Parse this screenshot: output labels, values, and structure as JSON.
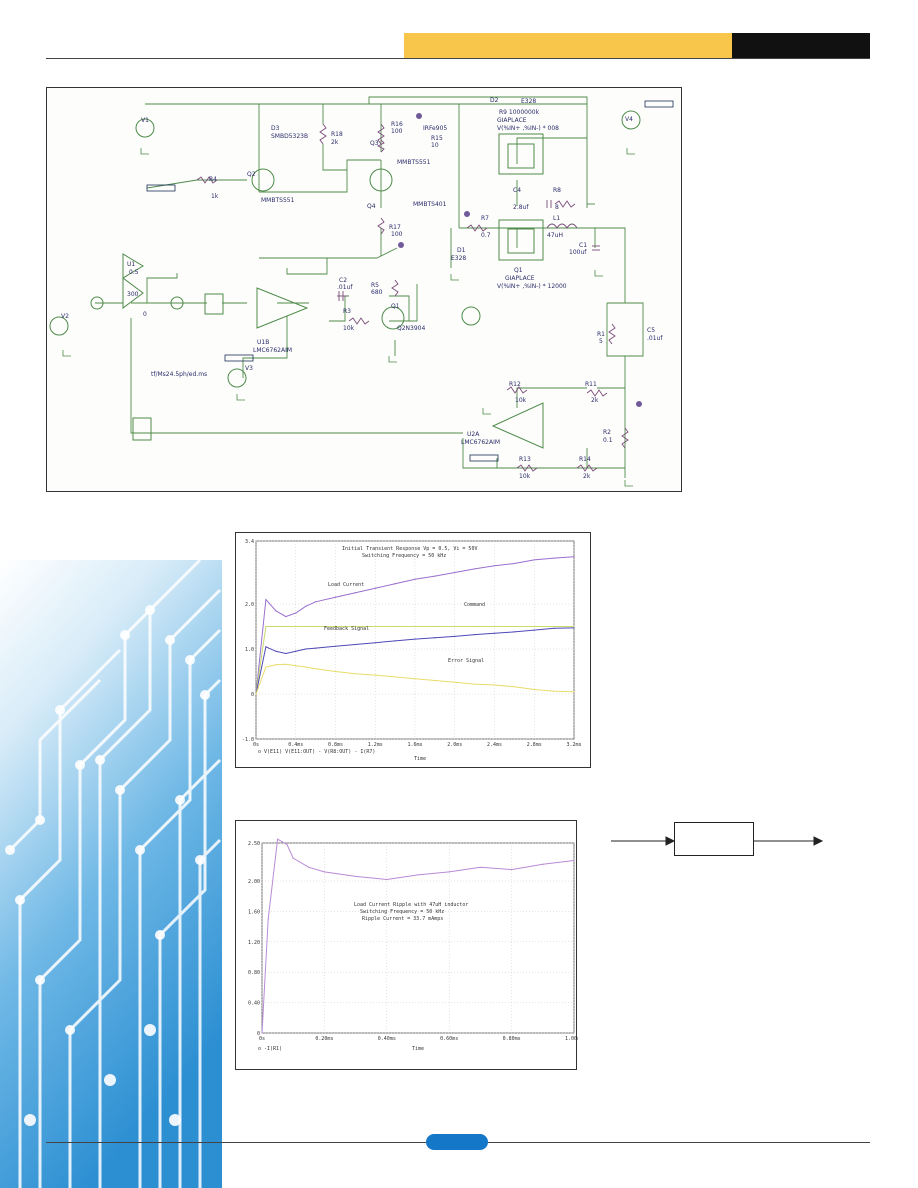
{
  "schematic": {
    "labels": {
      "v1": "V1",
      "v4": "V4",
      "v2": "V2",
      "v3": "V3",
      "d3": "D3",
      "d3_part": "SMBD5323B",
      "r18": "R18",
      "r18_val": "2k",
      "r16": "R16",
      "r16_val": "100",
      "q3": "Q3",
      "q3_part": "MMBTS551",
      "q4": "Q4",
      "q4_part": "MMBTS401",
      "r15": "R15",
      "r15_val": "10",
      "irf": "IRFe905",
      "d2": "D2",
      "e328_top": "E328",
      "r9": "R9 1000000k",
      "q_giap_top": "GIAPLACE",
      "giap_formula_top": "V(%IN+ ,%IN-) * 008",
      "q2": "Q2",
      "q2_part": "MMBTS551",
      "r4": "R4",
      "r4_val": "1k",
      "c4": "C4",
      "c4_val": "2.8uf",
      "r8": "R8",
      "r8_val": "8",
      "r7": "R7",
      "r7_val": "0.7",
      "l1": "L1",
      "l1_val": "47uH",
      "r17": "R17",
      "r17_val": "100",
      "d1": "D1",
      "d1_part": "E328",
      "q1_giap": "Q1",
      "giap_bottom": "GIAPLACE",
      "giap_formula_bottom": "V(%IN+ ,%IN-) * 12000",
      "c1": "C1",
      "c1_val": "100uf",
      "u1": "U1",
      "u1_gain": "0.5",
      "gain_300": "300",
      "gain_0": "0",
      "c2": "C2",
      "c2_val": ".01uf",
      "r5": "R5",
      "r5_val": "680",
      "r3": "R3",
      "r3_val": "10k",
      "q1": "Q1",
      "q1_part": "Q2N3904",
      "u1b": "U1B",
      "u1b_part": "LMC6762AIM",
      "r1": "R1",
      "r1_val": "5",
      "c5": "C5",
      "c5_val": ".01uf",
      "r12": "R12",
      "r12_val": "10k",
      "r11": "R11",
      "r11_val": "2k",
      "r2": "R2",
      "r2_val": "0.1",
      "u2a": "U2A",
      "u2a_part": "LMC6762AIM",
      "r13": "R13",
      "r13_val": "10k",
      "r14": "R14",
      "r14_val": "2k",
      "note": "tf/Ms24.5ph/ed.ms"
    }
  },
  "plot1": {
    "title_line1": "Initial Transient Response Vp = 0.5, Vi = 50V",
    "title_line2": "Switching Frequency = 50 kHz",
    "xlabel": "Time",
    "legend_line": "o V(E11)   V(E11:OUT) - V(R8:OUT) - I(R7)",
    "annotations": {
      "load": "Load Current",
      "command": "Command",
      "feedback": "Feedback Signal",
      "error": "Error Signal"
    },
    "chart_data": {
      "type": "line",
      "x": [
        0,
        0.1,
        0.2,
        0.3,
        0.4,
        0.5,
        0.6,
        0.8,
        1.0,
        1.2,
        1.4,
        1.6,
        1.8,
        2.0,
        2.2,
        2.4,
        2.6,
        2.8,
        3.0,
        3.2
      ],
      "series": [
        {
          "name": "Load Current",
          "color": "#9a6fcf",
          "values": [
            0,
            2.1,
            1.85,
            1.72,
            1.8,
            1.95,
            2.05,
            2.15,
            2.25,
            2.35,
            2.45,
            2.55,
            2.62,
            2.7,
            2.78,
            2.85,
            2.9,
            2.98,
            3.02,
            3.05
          ]
        },
        {
          "name": "Command",
          "color": "#c6dd6a",
          "values": [
            0,
            1.5,
            1.5,
            1.5,
            1.5,
            1.5,
            1.5,
            1.5,
            1.5,
            1.5,
            1.5,
            1.5,
            1.5,
            1.5,
            1.5,
            1.5,
            1.5,
            1.5,
            1.5,
            1.5
          ]
        },
        {
          "name": "Feedback Signal",
          "color": "#4f47b8",
          "values": [
            0,
            1.05,
            0.95,
            0.9,
            0.95,
            1.0,
            1.02,
            1.06,
            1.1,
            1.14,
            1.18,
            1.22,
            1.25,
            1.28,
            1.32,
            1.35,
            1.38,
            1.42,
            1.46,
            1.47
          ]
        },
        {
          "name": "Error Signal",
          "color": "#e8dc6a",
          "values": [
            0,
            0.6,
            0.65,
            0.66,
            0.63,
            0.6,
            0.56,
            0.5,
            0.45,
            0.42,
            0.38,
            0.34,
            0.3,
            0.26,
            0.22,
            0.2,
            0.16,
            0.1,
            0.06,
            0.05
          ]
        }
      ],
      "ylim": [
        -1.0,
        3.4
      ],
      "xlim": [
        0,
        3.2
      ],
      "yticks": [
        "3.4",
        "2.0",
        "1.0",
        "0",
        "-1.0"
      ],
      "ytick_values": [
        3.4,
        2.0,
        1.0,
        0,
        -1.0
      ],
      "xticks": [
        "0s",
        "0.4ms",
        "0.8ms",
        "1.2ms",
        "1.6ms",
        "2.0ms",
        "2.4ms",
        "2.8ms",
        "3.2ms"
      ],
      "xtick_values": [
        0,
        0.4,
        0.8,
        1.2,
        1.6,
        2.0,
        2.4,
        2.8,
        3.2
      ],
      "grid": true
    }
  },
  "plot2": {
    "annotation_line1": "Load Current Ripple with 47uH inductor",
    "annotation_line2": "Switching Frequency = 50 kHz",
    "annotation_line3": "Ripple Current = 33.7 mAmps",
    "xlabel": "Time",
    "legend_line": "o -I(R1)",
    "chart_data": {
      "type": "line",
      "x": [
        0,
        0.02,
        0.05,
        0.08,
        0.1,
        0.15,
        0.2,
        0.3,
        0.4,
        0.5,
        0.6,
        0.7,
        0.8,
        0.9,
        1.0
      ],
      "series": [
        {
          "color": "#b98ad6",
          "values": [
            0,
            1.5,
            2.55,
            2.48,
            2.3,
            2.18,
            2.12,
            2.06,
            2.02,
            2.08,
            2.12,
            2.18,
            2.15,
            2.22,
            2.27
          ]
        }
      ],
      "ylim": [
        0,
        2.5
      ],
      "xlim": [
        0,
        1.0
      ],
      "yticks": [
        "2.50",
        "2.00",
        "1.60",
        "1.20",
        "0.80",
        "0.40",
        "0"
      ],
      "ytick_values": [
        2.5,
        2.0,
        1.6,
        1.2,
        0.8,
        0.4,
        0
      ],
      "xticks": [
        "0s",
        "0.20ms",
        "0.40ms",
        "0.60ms",
        "0.80ms",
        "1.00ms"
      ],
      "xtick_values": [
        0,
        0.2,
        0.4,
        0.6,
        0.8,
        1.0
      ],
      "grid": true
    }
  },
  "colors": {
    "header_yellow": "#f7c64a",
    "header_black": "#111111",
    "page_tab": "#1577c8",
    "wire": "#4e8a4a"
  }
}
